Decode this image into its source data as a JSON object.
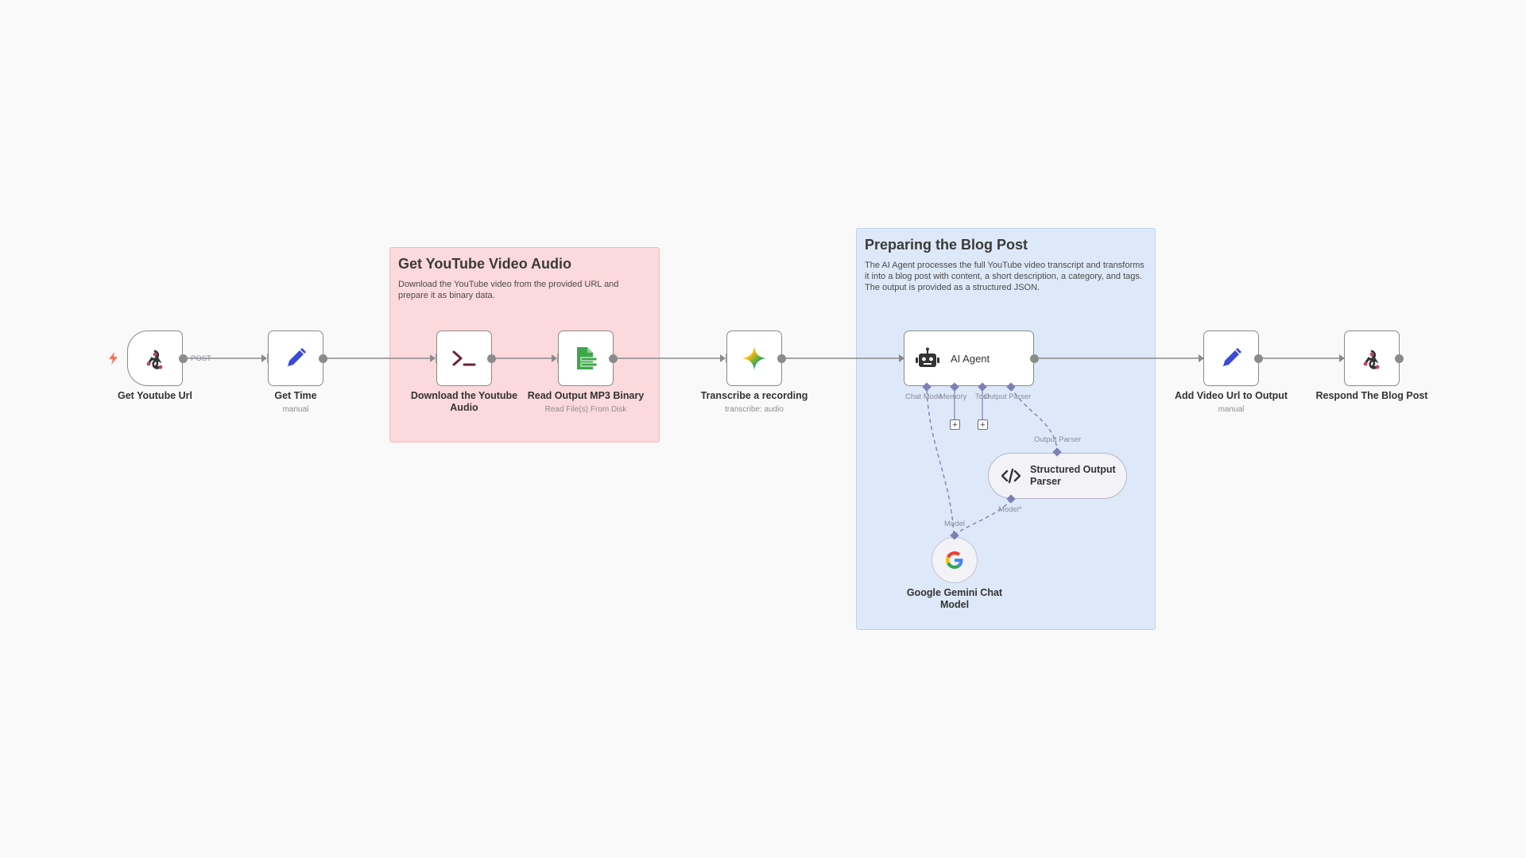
{
  "stickies": {
    "audio": {
      "title": "Get YouTube Video Audio",
      "text": "Download the YouTube video from the provided URL and prepare it as binary data."
    },
    "blog": {
      "title": "Preparing the Blog Post",
      "text": "The AI Agent processes the full YouTube video transcript and transforms it into a blog post with content, a short description, a category, and tags. The output is provided as a structured JSON."
    }
  },
  "nodes": {
    "get_url": {
      "label": "Get Youtube Url",
      "icon": "webhook-icon"
    },
    "get_time": {
      "label": "Get Time",
      "sublabel": "manual",
      "icon": "pencil-icon"
    },
    "download": {
      "label": "Download the Youtube Audio",
      "icon": "terminal-icon"
    },
    "read_mp3": {
      "label": "Read Output MP3 Binary",
      "sublabel": "Read File(s) From Disk",
      "icon": "file-icon"
    },
    "transcribe": {
      "label": "Transcribe a recording",
      "sublabel": "transcribe: audio",
      "icon": "gemini-sparkle-icon"
    },
    "ai_agent": {
      "label": "AI Agent",
      "icon": "robot-icon"
    },
    "parser": {
      "label": "Structured Output Parser",
      "icon": "code-icon"
    },
    "gemini": {
      "label": "Google Gemini Chat Model",
      "icon": "google-icon"
    },
    "add_url": {
      "label": "Add Video Url to Output",
      "sublabel": "manual",
      "icon": "pencil-icon"
    },
    "respond": {
      "label": "Respond The Blog Post",
      "icon": "webhook-icon"
    }
  },
  "connections": {
    "post_label": "POST",
    "agent_chat_model": "Chat Mode",
    "agent_memory": "Memory",
    "agent_tool": "Tool",
    "agent_output_parser": "Output Parser",
    "parser_input": "Output Parser",
    "parser_model": "Model*",
    "gemini_model": "Model",
    "plus_symbol": "+"
  },
  "colors": {
    "canvas": "#f9f9f9",
    "sticky_red": "#fcd9dc",
    "sticky_blue": "#dde9f8",
    "wire": "#8b8b8b",
    "ai_wire": "#7d7fb6",
    "trigger_bolt": "#ff6d5a"
  }
}
